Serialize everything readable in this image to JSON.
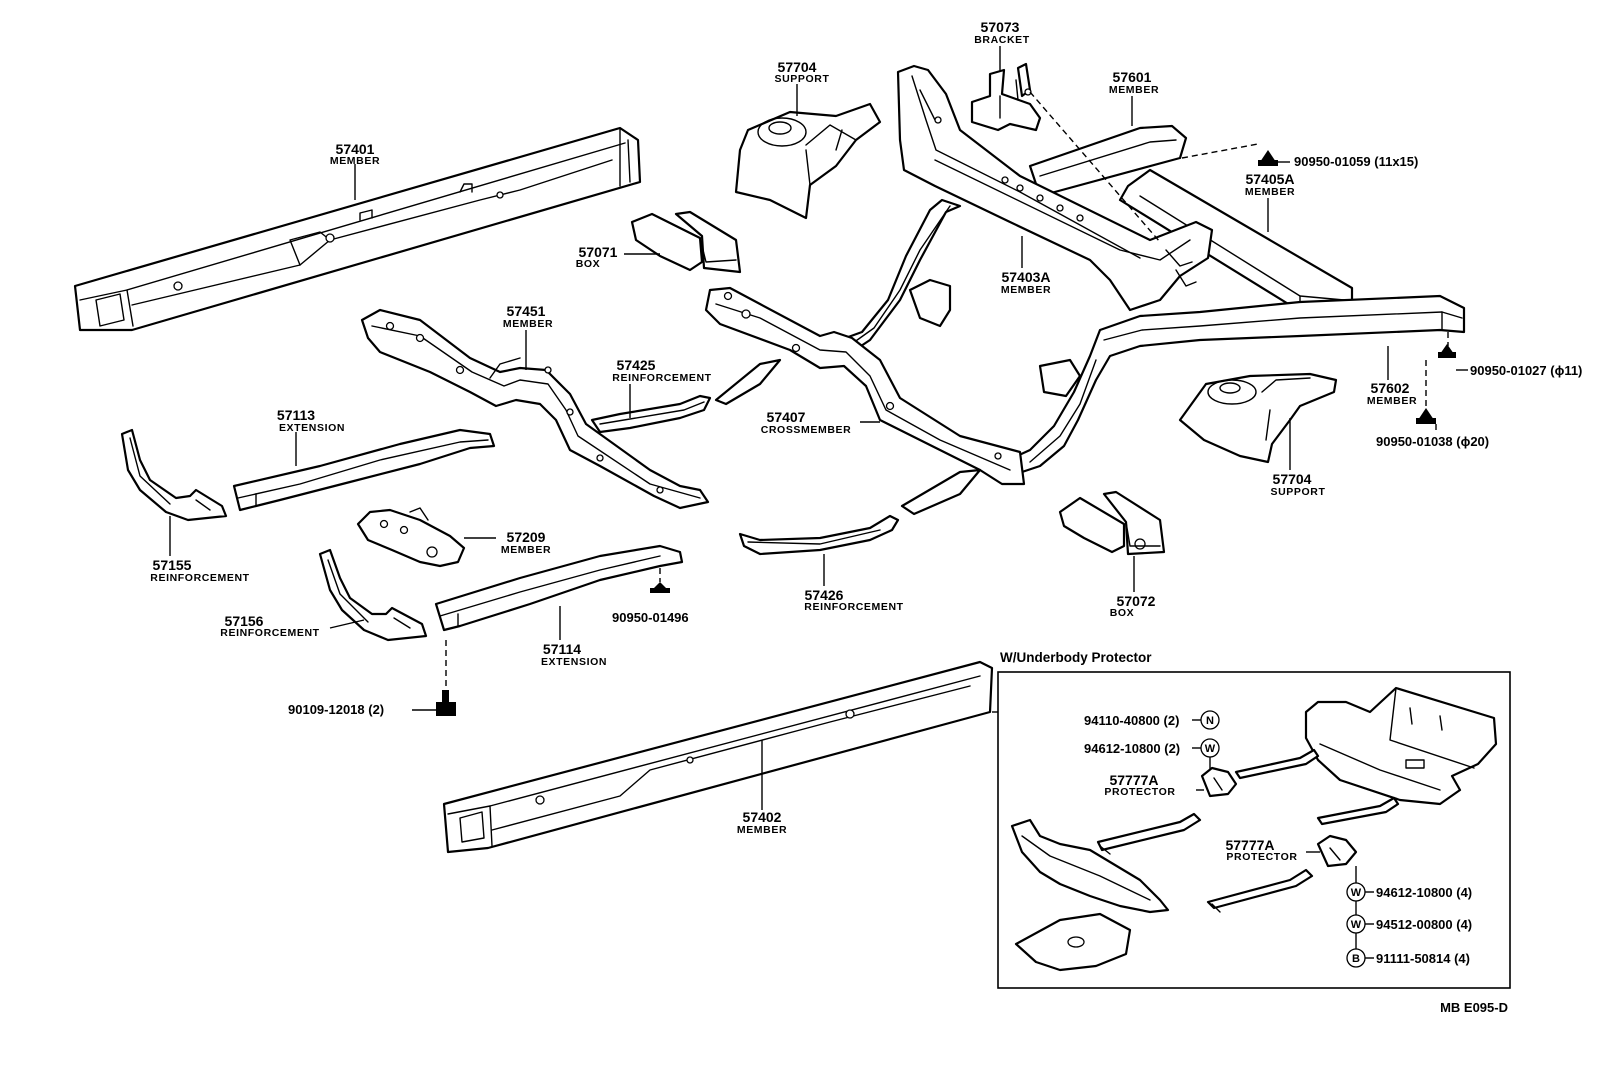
{
  "parts": {
    "p57401": {
      "number": "57401",
      "name": "MEMBER"
    },
    "p57704a": {
      "number": "57704",
      "name": "SUPPORT"
    },
    "p57073": {
      "number": "57073",
      "name": "BRACKET"
    },
    "p57601": {
      "number": "57601",
      "name": "MEMBER"
    },
    "p57405a": {
      "number": "57405A",
      "name": "MEMBER"
    },
    "p57071": {
      "number": "57071",
      "name": "BOX"
    },
    "p57403a": {
      "number": "57403A",
      "name": "MEMBER"
    },
    "p57451": {
      "number": "57451",
      "name": "MEMBER"
    },
    "p57425": {
      "number": "57425",
      "name": "REINFORCEMENT"
    },
    "p57407": {
      "number": "57407",
      "name": "CROSSMEMBER"
    },
    "p57602": {
      "number": "57602",
      "name": "MEMBER"
    },
    "p57704b": {
      "number": "57704",
      "name": "SUPPORT"
    },
    "p57113": {
      "number": "57113",
      "name": "EXTENSION"
    },
    "p57155": {
      "number": "57155",
      "name": "REINFORCEMENT"
    },
    "p57209": {
      "number": "57209",
      "name": "MEMBER"
    },
    "p57156": {
      "number": "57156",
      "name": "REINFORCEMENT"
    },
    "p57114": {
      "number": "57114",
      "name": "EXTENSION"
    },
    "p57426": {
      "number": "57426",
      "name": "REINFORCEMENT"
    },
    "p57072": {
      "number": "57072",
      "name": "BOX"
    },
    "p57402": {
      "number": "57402",
      "name": "MEMBER"
    },
    "p57777a1": {
      "number": "57777A",
      "name": "PROTECTOR"
    },
    "p57777a2": {
      "number": "57777A",
      "name": "PROTECTOR"
    }
  },
  "fasteners": {
    "f1": "90950-01059 (11x15)",
    "f2": "90950-01027 (ϕ11)",
    "f3": "90950-01038 (ϕ20)",
    "f4": "90950-01496",
    "f5": "90109-12018 (2)",
    "f6": "94110-40800 (2)",
    "f7": "94612-10800 (2)",
    "f8": "94612-10800 (4)",
    "f9": "94512-00800 (4)",
    "f10": "91111-50814 (4)"
  },
  "symbols": {
    "n": "N",
    "w": "W",
    "b": "B"
  },
  "inset": {
    "title": "W/Underbody Protector"
  },
  "diagram_code": "MB E095-D"
}
